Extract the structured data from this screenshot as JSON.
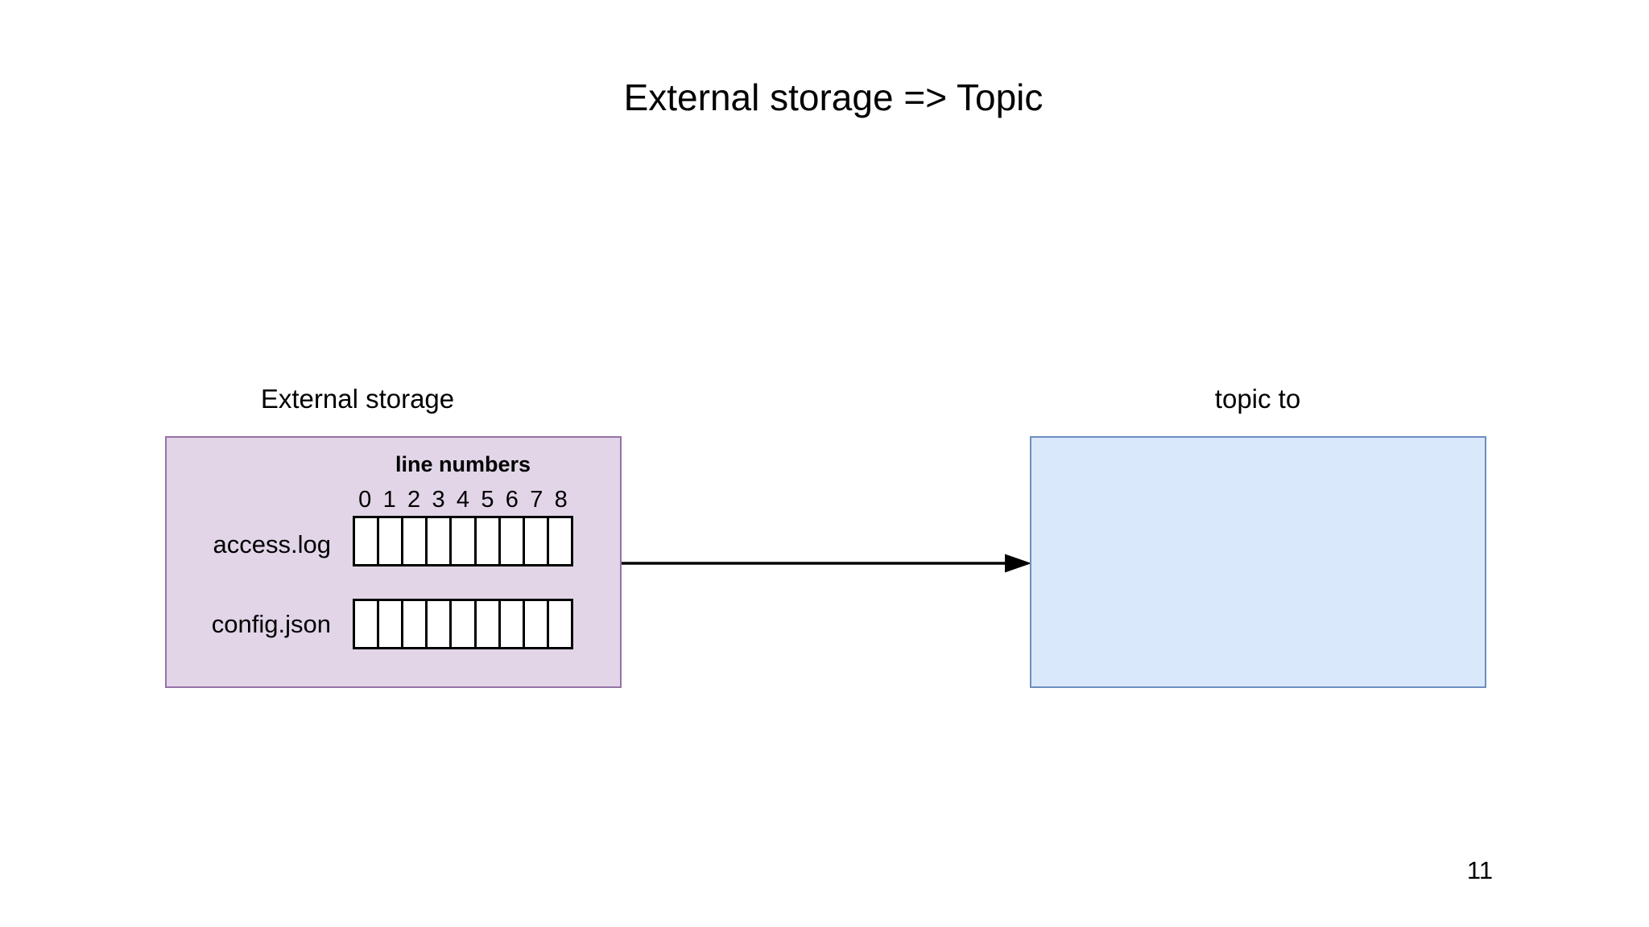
{
  "slide": {
    "title": "External storage => Topic",
    "page_number": "11"
  },
  "external_storage": {
    "label": "External storage",
    "columns_header": "line numbers",
    "line_numbers": [
      "0",
      "1",
      "2",
      "3",
      "4",
      "5",
      "6",
      "7",
      "8"
    ],
    "files": [
      {
        "name": "access.log",
        "cell_count": 9
      },
      {
        "name": "config.json",
        "cell_count": 9
      }
    ],
    "colors": {
      "fill": "#e1d5e7",
      "border": "#9673a6",
      "cell_fill": "#ffffff",
      "cell_border": "#000000"
    }
  },
  "topic": {
    "label": "topic to",
    "colors": {
      "fill": "#dae8fc",
      "border": "#6c8ebf"
    }
  },
  "arrow": {
    "direction": "right",
    "color": "#000000"
  }
}
